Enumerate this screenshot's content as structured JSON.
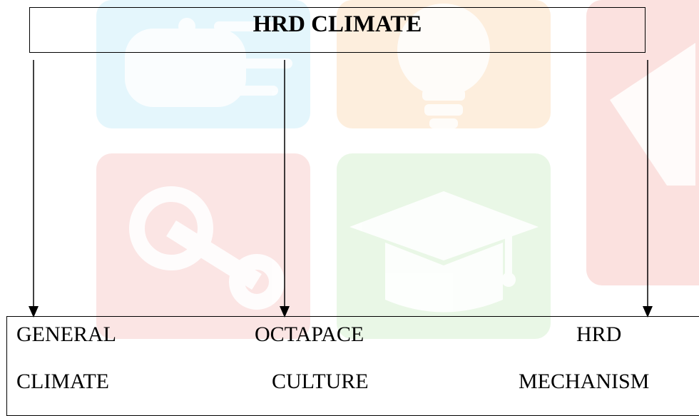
{
  "diagram": {
    "title": "HRD CLIMATE",
    "components": [
      {
        "line1": "GENERAL",
        "line2": "CLIMATE"
      },
      {
        "line1": "OCTAPACE",
        "line2": "CULTURE"
      },
      {
        "line1": "HRD",
        "line2": "MECHANISM"
      }
    ]
  },
  "watermark": {
    "colors": {
      "cyan": "#e4f6fc",
      "orange": "#fdeedd",
      "red": "#fbe5e4",
      "green": "#e9f7e6"
    },
    "icons": [
      "circuit-hand-icon",
      "lightbulb-icon",
      "gear-icon",
      "graduation-cap-icon",
      "book-icon"
    ]
  }
}
